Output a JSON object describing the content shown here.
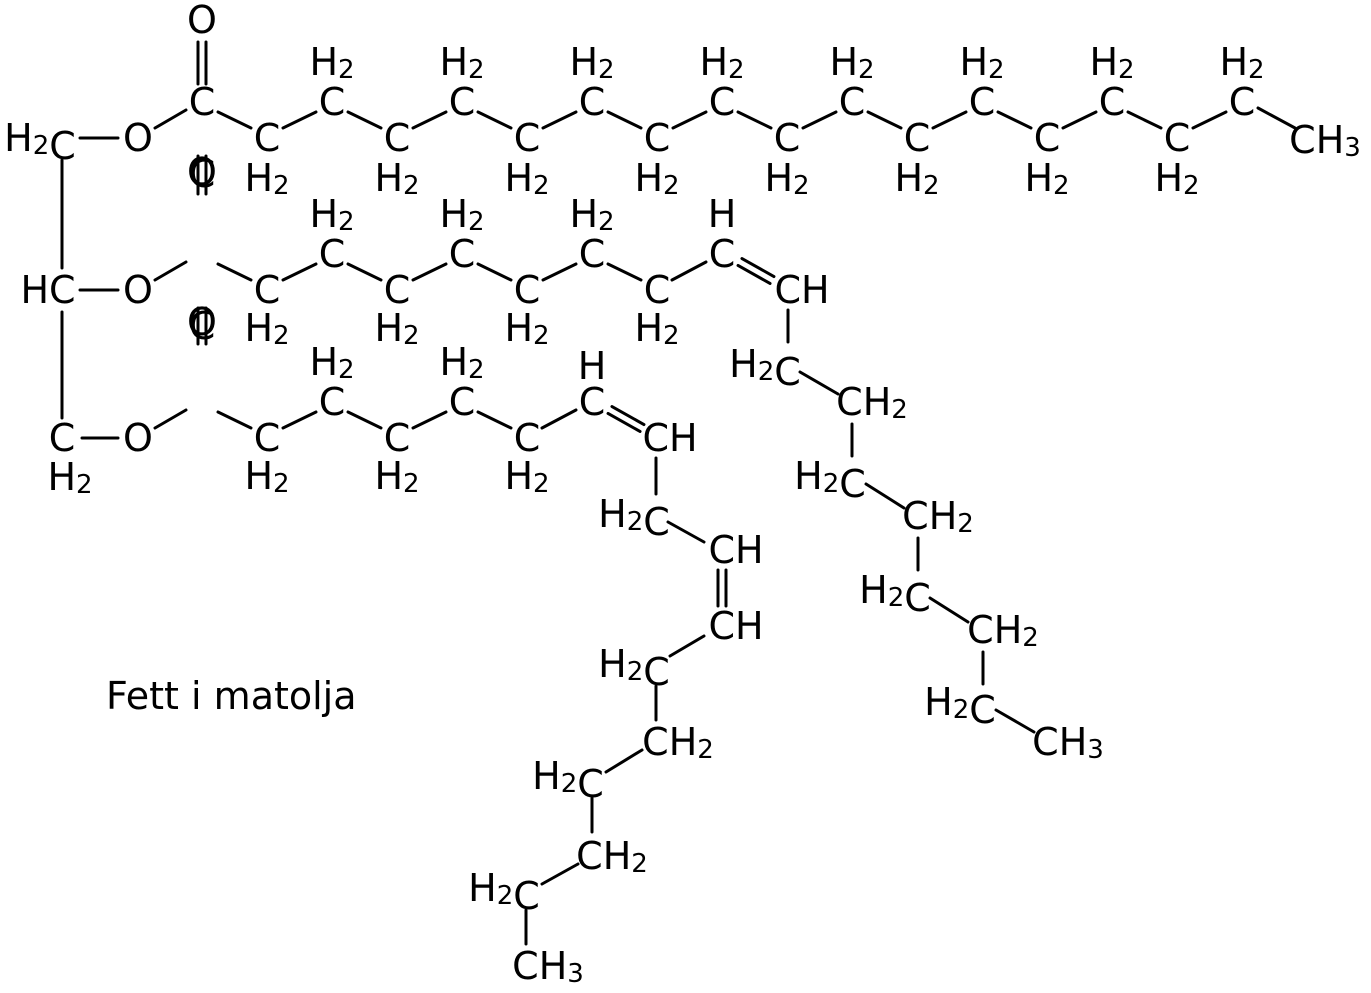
{
  "caption": "Fett i matolja",
  "labels": {
    "O": "O",
    "C": "C",
    "H": "H",
    "CH": "CH",
    "HC": "HC",
    "H2": "H2",
    "H2C": "H2C",
    "CH2": "CH2",
    "CH3": "CH3"
  }
}
